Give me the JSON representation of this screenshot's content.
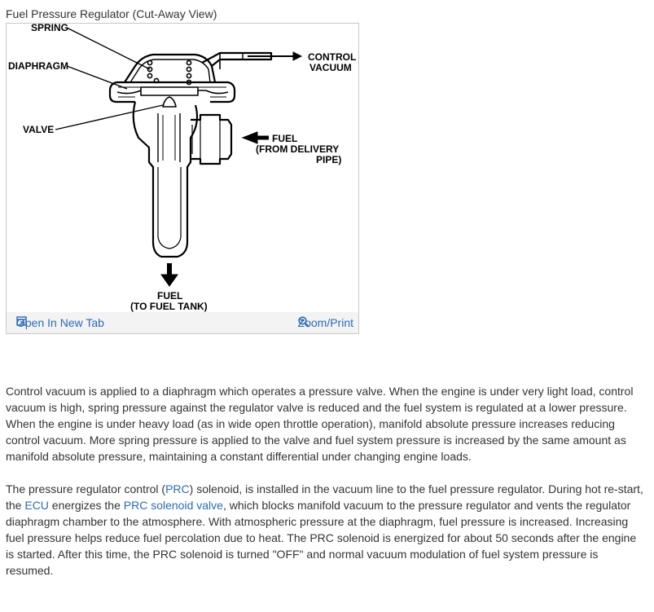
{
  "figure": {
    "caption": "Fuel Pressure Regulator (Cut-Away View)",
    "labels": {
      "spring": "SPRING",
      "diaphragm": "DIAPHRAGM",
      "valve": "VALVE",
      "control_vacuum_1": "CONTROL",
      "control_vacuum_2": "VACUUM",
      "fuel_in_1": "FUEL",
      "fuel_in_2": "(FROM DELIVERY",
      "fuel_in_3": "PIPE)",
      "fuel_out_1": "FUEL",
      "fuel_out_2": "(TO FUEL TANK)"
    },
    "toolbar": {
      "open_tab_label": "Open In New Tab",
      "zoom_label": "Zoom/Print"
    }
  },
  "paragraph1": "Control vacuum is applied to a diaphragm which operates a pressure valve. When the engine is under very light load, control vacuum is high, spring pressure against the regulator valve is reduced and the fuel system is regulated at a lower pressure. When the engine is under heavy load (as in wide open throttle operation), manifold absolute pressure increases reducing control vacuum. More spring pressure is applied to the valve and fuel system pressure is increased by the same amount as manifold absolute pressure, maintaining a constant differential under changing engine loads.",
  "paragraph2": {
    "t1": "The pressure regulator control (",
    "link_prc": "PRC",
    "t2": ") solenoid, is installed in the vacuum line to the fuel pressure regulator. During hot re-start, the ",
    "link_ecu": "ECU",
    "t3": " energizes the ",
    "link_prc_valve": "PRC solenoid valve",
    "t4": ", which blocks manifold vacuum to the pressure regulator and vents the regulator diaphragm chamber to the atmosphere. With atmospheric pressure at the diaphragm, fuel pressure is increased. Increasing fuel pressure helps reduce fuel percolation due to heat. The PRC solenoid is energized for about 50 seconds after the engine is started. After this time, the PRC solenoid is turned \"OFF\" and normal vacuum modulation of fuel system pressure is resumed."
  }
}
